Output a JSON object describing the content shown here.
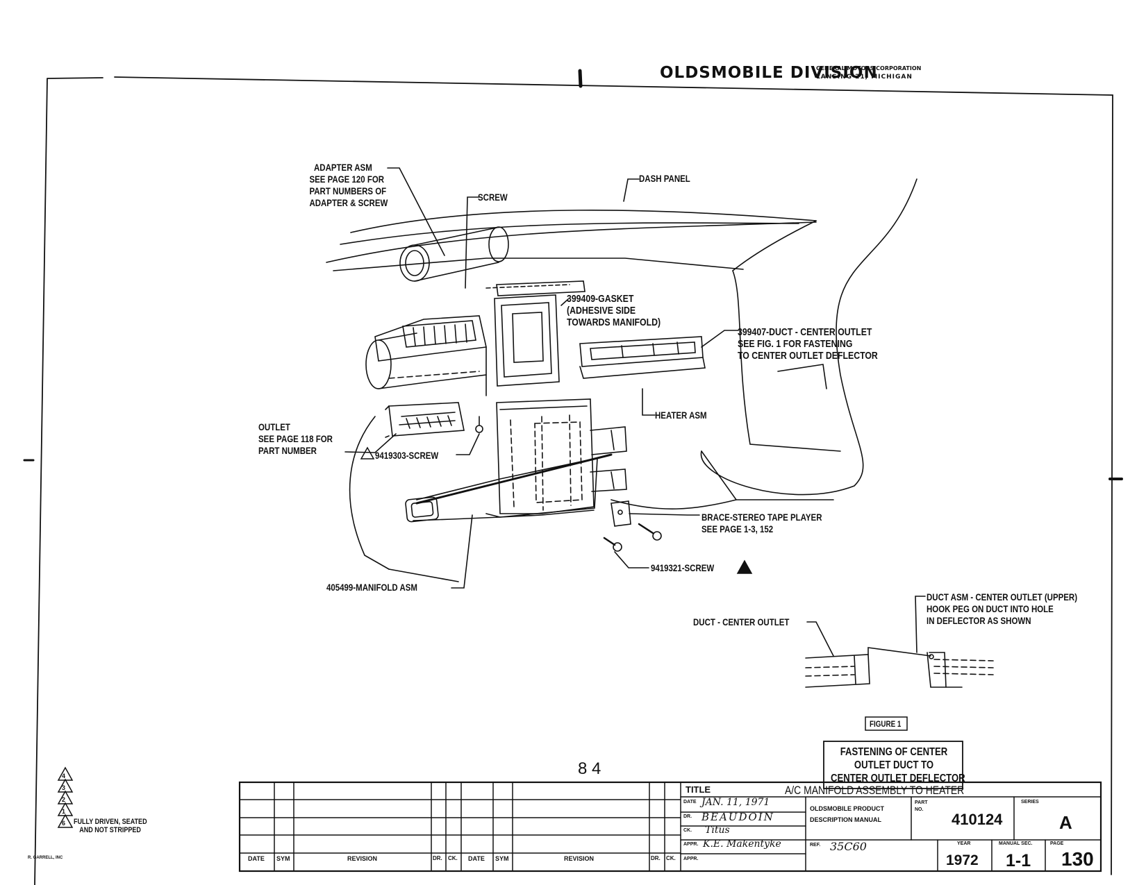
{
  "header": {
    "division": "OLDSMOBILE DIVISION",
    "corp_line1": "GENERAL MOTORS CORPORATION",
    "corp_line2": "LANSING 21, MICHIGAN"
  },
  "callouts": {
    "adapter": [
      "ADAPTER ASM",
      "SEE PAGE 120 FOR",
      "PART NUMBERS OF",
      "ADAPTER & SCREW"
    ],
    "screw": "SCREW",
    "dash_panel": "DASH PANEL",
    "gasket": [
      "399409-GASKET",
      "(ADHESIVE SIDE",
      "TOWARDS MANIFOLD)"
    ],
    "duct_center": [
      "399407-DUCT - CENTER OUTLET",
      "SEE FIG. 1 FOR FASTENING",
      "TO CENTER OUTLET DEFLECTOR"
    ],
    "heater": "HEATER ASM",
    "outlet": [
      "OUTLET",
      "SEE PAGE 118 FOR",
      "PART NUMBER"
    ],
    "outlet_screw": "9419303-SCREW",
    "brace": [
      "BRACE-STEREO TAPE PLAYER",
      "SEE PAGE 1-3, 152"
    ],
    "screw2": "9419321-SCREW",
    "manifold": "405499-MANIFOLD ASM"
  },
  "figure": {
    "duct_label": "DUCT - CENTER OUTLET",
    "duct_asm": [
      "DUCT ASM - CENTER OUTLET (UPPER)",
      "HOOK PEG ON DUCT INTO HOLE",
      "IN DEFLECTOR AS SHOWN"
    ],
    "figure_tag": "FIGURE 1",
    "caption": [
      "FASTENING OF CENTER",
      "OUTLET DUCT TO",
      "CENTER OUTLET DEFLECTOR"
    ]
  },
  "page_number": "8 4",
  "notes": {
    "markers": [
      "4",
      "3",
      "2",
      "1"
    ],
    "driven_marker": "6",
    "driven_note": [
      "FULLY DRIVEN, SEATED",
      "AND NOT STRIPPED"
    ],
    "printer": "R. GARRELL, INC"
  },
  "title_block": {
    "revision_headers": [
      "DATE",
      "SYM",
      "REVISION",
      "DR.",
      "CK.",
      "DATE",
      "SYM",
      "REVISION",
      "DR.",
      "CK."
    ],
    "title_label": "TITLE",
    "title": "A/C MANIFOLD ASSEMBLY TO HEATER",
    "date_label": "DATE",
    "date_value": "JAN. 11, 1971",
    "dr_label": "DR.",
    "dr_value": "BEAUDOIN",
    "ck_label": "CK.",
    "ck_value": "Titus",
    "appr_label": "APPR.",
    "appr_value": "K.E. Makentyke",
    "appr2_label": "APPR.",
    "manual_line1": "OLDSMOBILE PRODUCT",
    "manual_line2": "DESCRIPTION MANUAL",
    "part_label": "PART NO.",
    "part_no": "410124",
    "series_label": "SERIES",
    "series": "A",
    "ref_label": "REF.",
    "ref_value": "35C60",
    "year_label": "YEAR",
    "year": "1972",
    "sec_label": "MANUAL SEC.",
    "sec": "1-1",
    "page_label": "PAGE",
    "page": "130"
  }
}
